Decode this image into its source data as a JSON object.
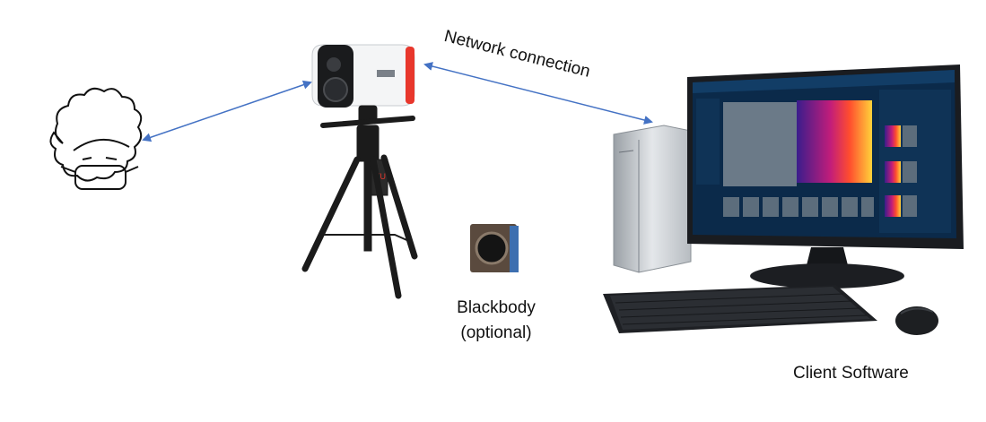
{
  "labels": {
    "network_connection": "Network connection",
    "blackbody_line1": "Blackbody",
    "blackbody_line2": "(optional)",
    "client_software": "Client Software"
  },
  "colors": {
    "arrow": "#4472c4",
    "camera_accent": "#e8372c",
    "screen_bg": "#0b2a4a",
    "thermal_hot": "#ff4d2e",
    "thermal_cold": "#3a1d8c"
  },
  "icons": [
    "person-masked-icon",
    "thermal-camera-icon",
    "tripod-icon",
    "blackbody-device-icon",
    "desktop-computer-icon",
    "keyboard-icon",
    "mouse-icon"
  ]
}
